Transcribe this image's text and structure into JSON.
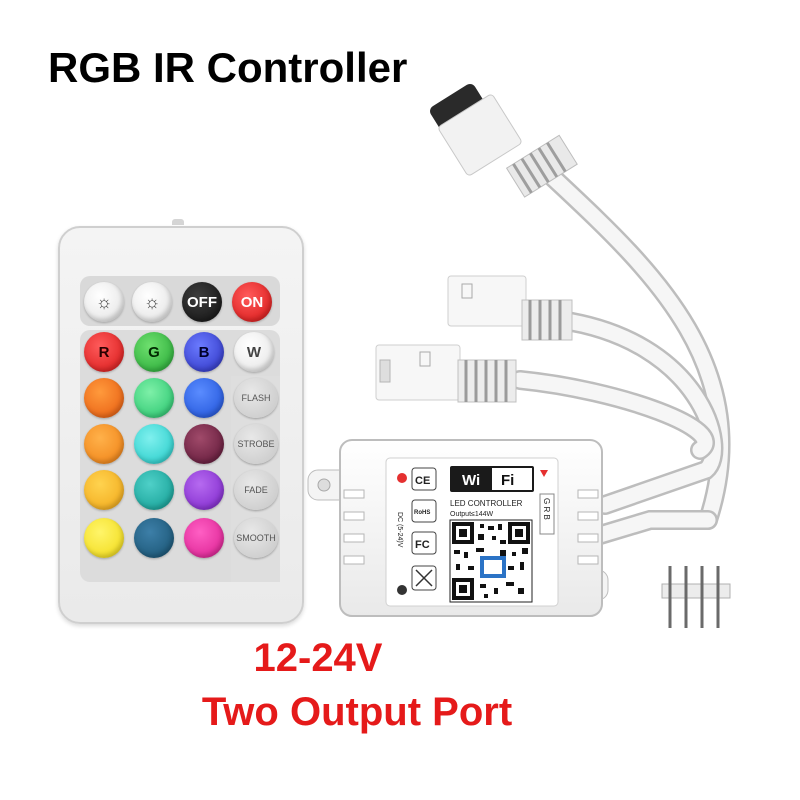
{
  "title": "RGB IR Controller",
  "voltage": "12-24V",
  "output_ports": "Two Output Port",
  "remote": {
    "buttons_top": [
      "OFF",
      "ON"
    ],
    "buttons_rgbw": [
      "R",
      "G",
      "B",
      "W"
    ],
    "buttons_side": [
      "FLASH",
      "STROBE",
      "FADE",
      "SMOOTH"
    ]
  },
  "controller": {
    "wifi_label": [
      "Wi",
      "Fi"
    ],
    "model": "LED CONTROLLER",
    "output": "Output≤144W",
    "dc": "DC (5-24)V",
    "pins": "G R B",
    "marks": [
      "CE",
      "RoHS",
      "FC"
    ]
  },
  "colors": {
    "title": "#000000",
    "accent_red": "#e51a1a",
    "remote_body": "#eeeeee"
  }
}
